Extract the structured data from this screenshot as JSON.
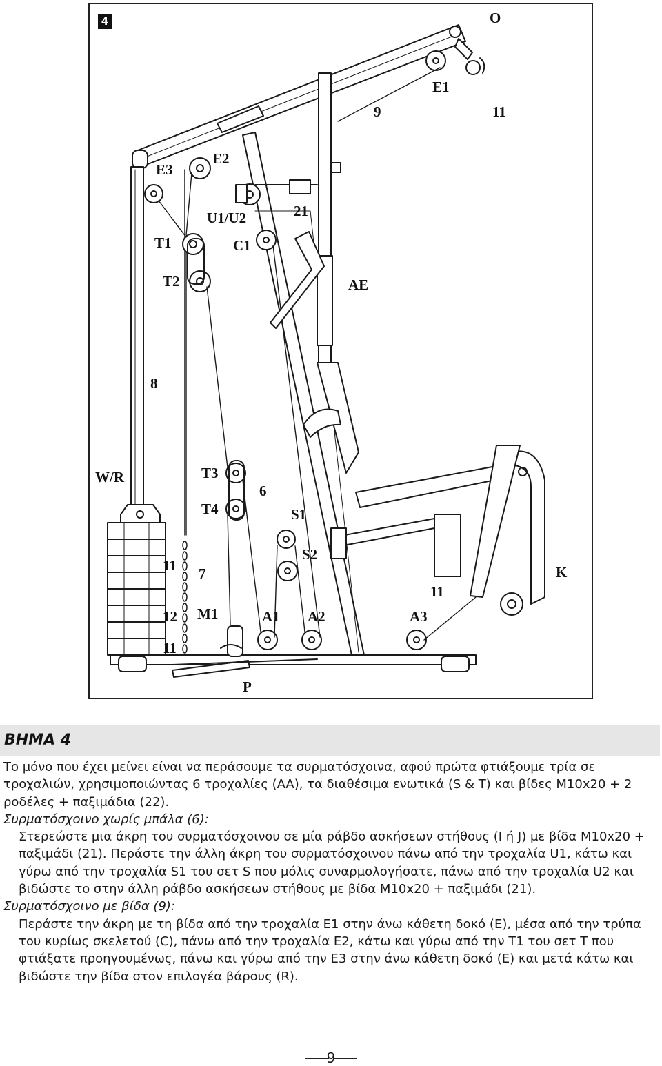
{
  "figure": {
    "step_badge": "4",
    "labels": {
      "O": "O",
      "E1": "E1",
      "9": "9",
      "11_top": "11",
      "E3": "E3",
      "E2": "E2",
      "U1U2": "U1/U2",
      "21": "21",
      "T1": "T1",
      "C1": "C1",
      "T2": "T2",
      "AE": "AE",
      "8": "8",
      "WR": "W/R",
      "T3": "T3",
      "6": "6",
      "T4": "T4",
      "S1": "S1",
      "11_left_top": "11",
      "7": "7",
      "S2": "S2",
      "K": "K",
      "11_right": "11",
      "12": "12",
      "M1": "M1",
      "A1": "A1",
      "A2": "A2",
      "A3": "A3",
      "11_left_bottom": "11",
      "P": "P"
    }
  },
  "heading": "ΒΗΜΑ 4",
  "instructions": {
    "intro": "Το μόνο που έχει μείνει είναι να περάσουμε τα συρματόσχοινα, αφού πρώτα φτιάξουμε τρία σε τροχαλιών, χρησιμοποιώντας 6 τροχαλίες (AA), τα διαθέσιμα ενωτικά (S & T) και βίδες M10x20 + 2 ροδέλες + παξιμάδια (22).",
    "cable_no_ball_title": "Συρματόσχοινο χωρίς μπάλα (6):",
    "cable_no_ball_text": "Στερεώστε μια άκρη του συρματόσχοινου σε μία ράβδο ασκήσεων στήθους (I ή J) με βίδα M10x20 + παξιμάδι (21). Περάστε την άλλη άκρη του συρματόσχοινου πάνω από την τροχαλία U1, κάτω και γύρω από την τροχαλία S1 του σετ S που μόλις συναρμολογήσατε, πάνω από την τροχαλία U2 και βιδώστε το στην άλλη ράβδο ασκήσεων στήθους με βίδα M10x20 + παξιμάδι (21).",
    "cable_screw_title": "Συρματόσχοινο με βίδα (9):",
    "cable_screw_text": "Περάστε την άκρη με τη βίδα από την τροχαλία E1 στην άνω κάθετη δοκό (E), μέσα από την τρύπα του κυρίως σκελετού (C), πάνω από την τροχαλία E2, κάτω και γύρω από την T1 του σετ T που φτιάξατε προηγουμένως, πάνω και γύρω από την E3 στην άνω κάθετη δοκό (E) και μετά κάτω και βιδώστε την βίδα στον επιλογέα βάρους (R)."
  },
  "page_number": "9"
}
